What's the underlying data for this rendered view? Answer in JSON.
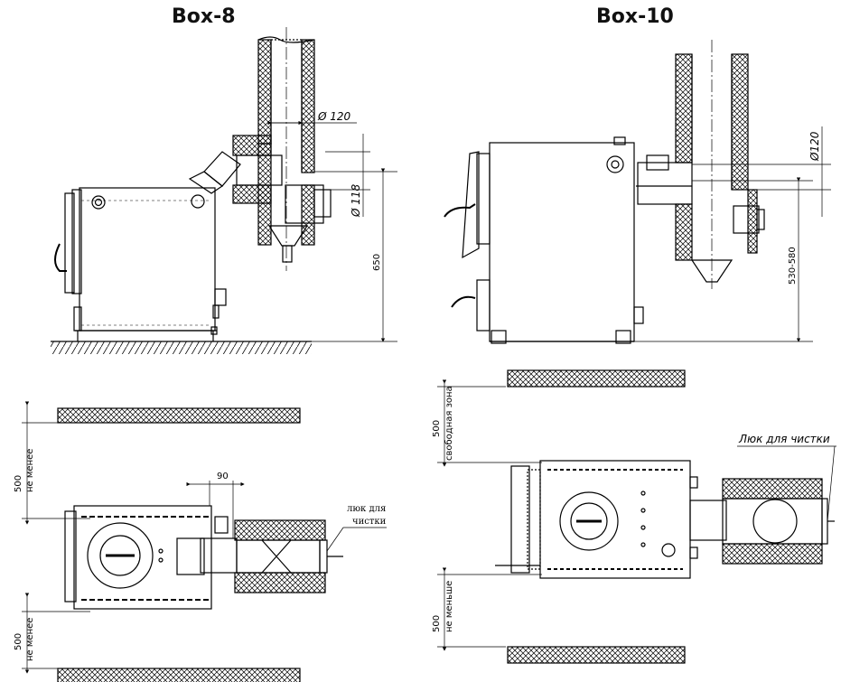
{
  "titles": {
    "left": "Box-8",
    "right": "Box-10"
  },
  "box8": {
    "dia_120": "Ø 120",
    "dia_118": "Ø 118",
    "height_650": "650",
    "gap_90": "90",
    "clearance_top": "500",
    "clearance_top_note": "не менее",
    "clearance_bottom": "500",
    "clearance_bottom_note": "не менее",
    "hatch_label_1": "люк для",
    "hatch_label_2": "чистки"
  },
  "box10": {
    "dia_120": "Ø120",
    "height_range": "530-580",
    "clearance_top": "500",
    "clearance_top_note": "свободная зона",
    "clearance_bottom": "500",
    "clearance_bottom_note": "не меньше",
    "hatch_label": "Люк для чистки"
  },
  "colors": {
    "line": "#000000",
    "background": "#ffffff"
  }
}
